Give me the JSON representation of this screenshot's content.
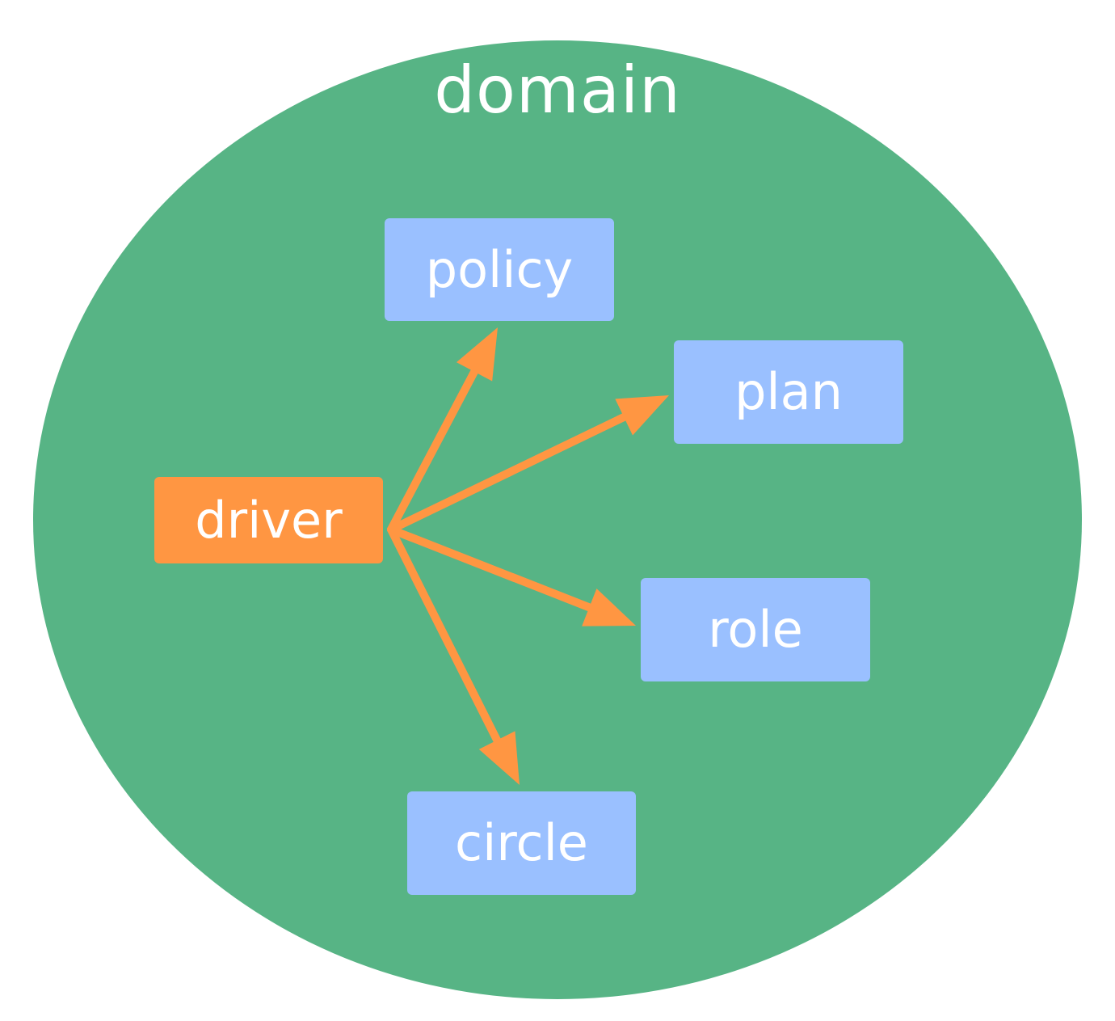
{
  "diagram": {
    "domain_label": "domain",
    "source_node": "driver",
    "target_nodes": [
      "policy",
      "plan",
      "role",
      "circle"
    ],
    "edges": [
      {
        "from": "driver",
        "to": "policy"
      },
      {
        "from": "driver",
        "to": "plan"
      },
      {
        "from": "driver",
        "to": "role"
      },
      {
        "from": "driver",
        "to": "circle"
      }
    ]
  },
  "colors": {
    "domain_fill": "#57B485",
    "source_fill": "#FF9642",
    "target_fill": "#9AC0FF",
    "arrow": "#FF9642",
    "text": "#FFFFFF",
    "background": "#FFFFFF"
  }
}
